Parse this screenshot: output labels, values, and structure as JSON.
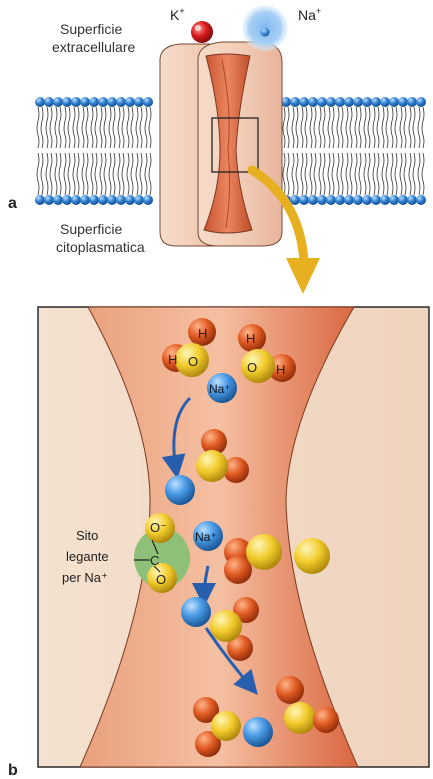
{
  "panel_a": {
    "letter": "a",
    "extracellular": [
      "Superficie",
      "extracellulare"
    ],
    "cytoplasmic": [
      "Superficie",
      "citoplasmatica"
    ],
    "ion_k": {
      "symbol": "K",
      "charge": "+",
      "color": "#d91c1c"
    },
    "ion_na": {
      "symbol": "Na",
      "charge": "+",
      "color": "#3a86d6"
    }
  },
  "panel_b": {
    "letter": "b",
    "na_label_top": "Na⁺",
    "na_label_mid": "Na⁺",
    "water_h": "H",
    "water_o": "O",
    "binding_site": [
      "Sito",
      "legante",
      "per Na⁺"
    ],
    "carboxyl_c": "C",
    "carboxyl_o": "O",
    "carboxyl_o_minus": "O⁻"
  },
  "colors": {
    "membrane_head": "#2f7fd0",
    "channel": "#f2d2c0",
    "channel_core": "#d56b45",
    "panel_bg": "#f1d9c4",
    "panel_core": "#de7a58",
    "arrow": "#e6b020",
    "path_arrow": "#275fae"
  }
}
